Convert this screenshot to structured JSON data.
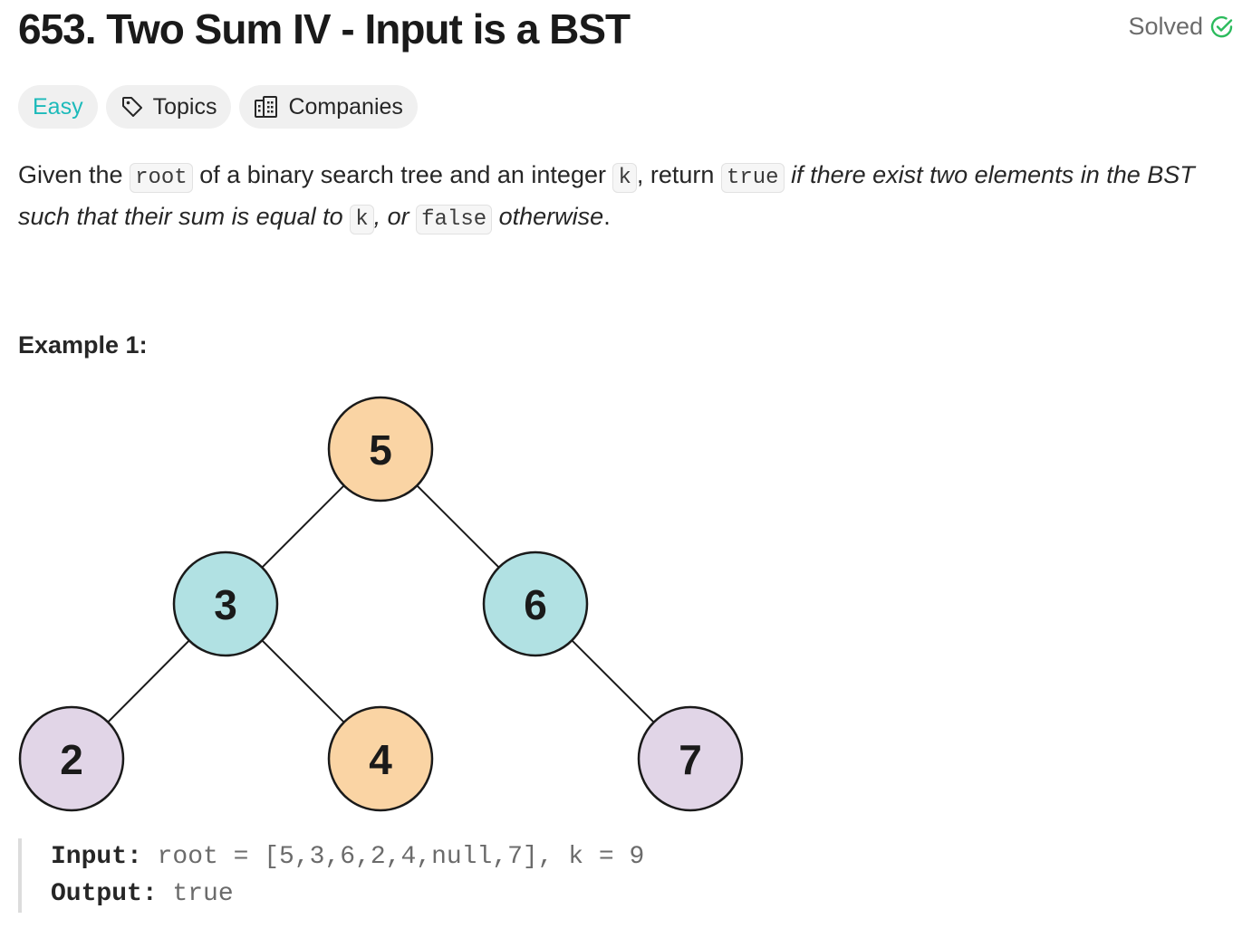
{
  "problem": {
    "title": "653. Two Sum IV - Input is a BST",
    "status": "Solved"
  },
  "tags": {
    "difficulty": "Easy",
    "topics": "Topics",
    "companies": "Companies"
  },
  "description": {
    "t1": "Given the ",
    "c1": "root",
    "t2": " of a binary search tree and an integer ",
    "c2": "k",
    "t3": ", return ",
    "c3": "true",
    "t4": " ",
    "i1": "if there exist two elements in the BST such that their sum is equal to ",
    "c4": "k",
    "i2": ", or ",
    "c5": "false",
    "i3": " otherwise",
    "t5": "."
  },
  "example": {
    "title": "Example 1:",
    "tree": {
      "nodes": [
        {
          "value": "5",
          "color": "#fad4a4"
        },
        {
          "value": "3",
          "color": "#b1e1e3"
        },
        {
          "value": "6",
          "color": "#b1e1e3"
        },
        {
          "value": "2",
          "color": "#e1d5e7"
        },
        {
          "value": "4",
          "color": "#fad4a4"
        },
        {
          "value": "7",
          "color": "#e1d5e7"
        }
      ]
    },
    "input_label": "Input:",
    "input_value": " root = [5,3,6,2,4,null,7], k = 9",
    "output_label": "Output:",
    "output_value": " true"
  },
  "colors": {
    "easy": "#1cbaba",
    "solved_check": "#2cbb5d"
  }
}
